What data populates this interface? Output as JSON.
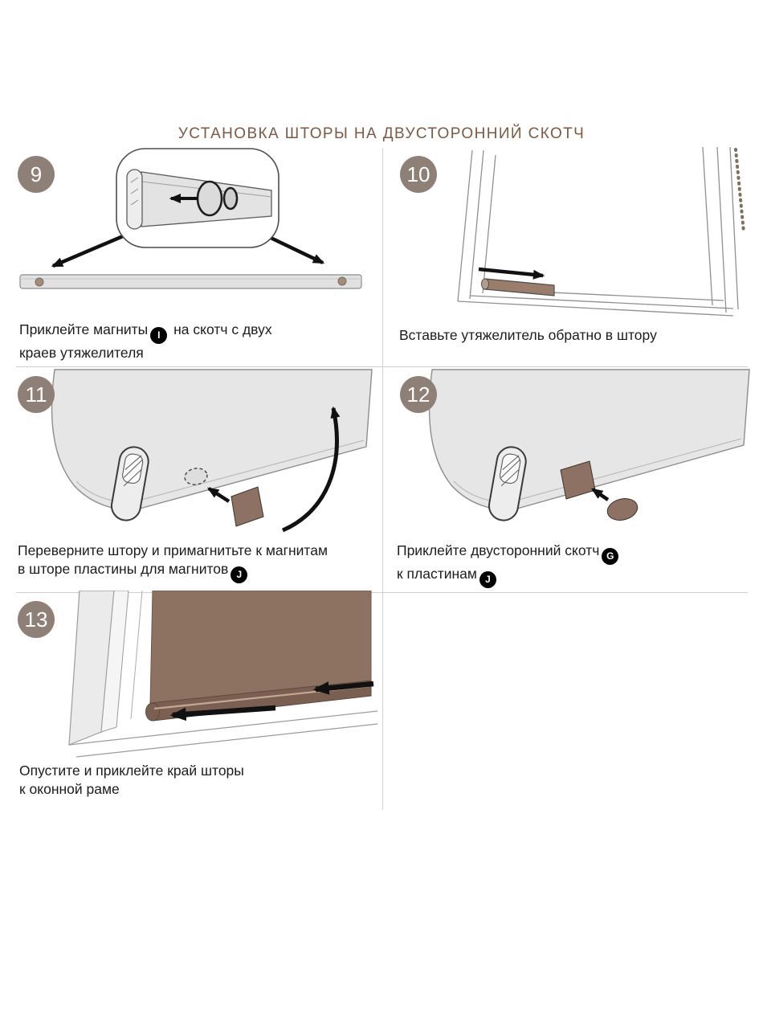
{
  "page": {
    "title": "УСТАНОВКА ШТОРЫ НА ДВУСТОРОННИЙ СКОТЧ"
  },
  "colors": {
    "title_brown": "#7a5a44",
    "step_badge_taupe": "#8e8077",
    "letter_badge_black": "#000000",
    "curtain_brown": "#8d7161",
    "plate_brown": "#8d7263",
    "divider_gray": "#cfcfcf"
  },
  "steps": {
    "s9": {
      "number": "9",
      "cap_a": "Приклейте магниты",
      "badge_i": "I",
      "cap_b": "на скотч с двух",
      "cap_c": "краев утяжелителя"
    },
    "s10": {
      "number": "10",
      "cap_a": "Вставьте утяжелитель обратно в штору"
    },
    "s11": {
      "number": "11",
      "cap_a": "Переверните штору и  примагнитьте к магнитам",
      "cap_b": "в шторе пластины для магнитов",
      "badge_j": "J"
    },
    "s12": {
      "number": "12",
      "cap_a": "Приклейте двусторонний скотч",
      "badge_g": "G",
      "cap_b": "к пластинам",
      "badge_j": "J"
    },
    "s13": {
      "number": "13",
      "cap_a": "Опустите и приклейте край шторы",
      "cap_b": "к оконной раме"
    }
  }
}
